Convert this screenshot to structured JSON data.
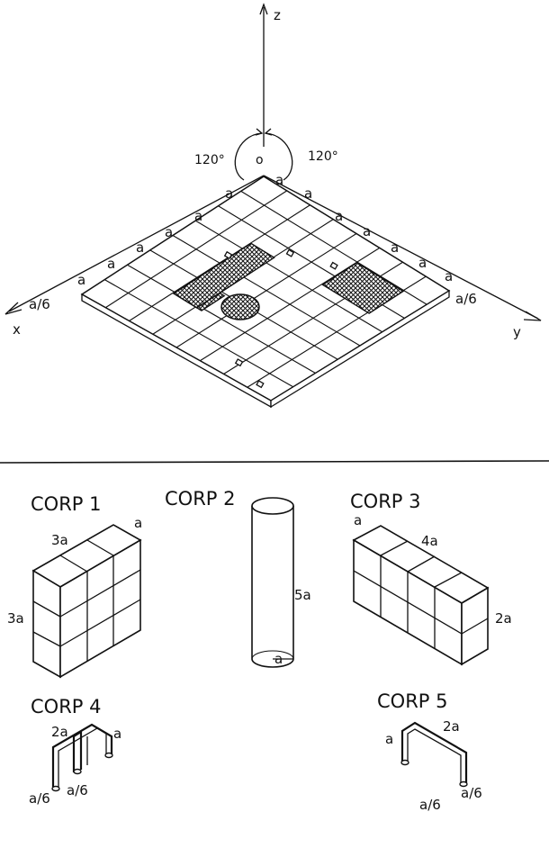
{
  "axes": {
    "z": "z",
    "x": "x",
    "y": "y",
    "origin": "o",
    "angle_left": "120°",
    "angle_right": "120°"
  },
  "grid": {
    "edge_unit": "a",
    "corner_offset": "a/6",
    "cells": 8
  },
  "bodies": [
    {
      "title": "CORP 1",
      "dims": [
        "3a",
        "a",
        "3a"
      ]
    },
    {
      "title": "CORP 2",
      "dims": [
        "5a",
        "a"
      ]
    },
    {
      "title": "CORP 3",
      "dims": [
        "a",
        "4a",
        "2a"
      ]
    },
    {
      "title": "CORP 4",
      "dims": [
        "2a",
        "a",
        "a/6",
        "a/6"
      ]
    },
    {
      "title": "CORP 5",
      "dims": [
        "a",
        "2a",
        "a/6",
        "a/6"
      ]
    }
  ],
  "colors": {
    "ink": "#111111",
    "background": "#ffffff"
  }
}
